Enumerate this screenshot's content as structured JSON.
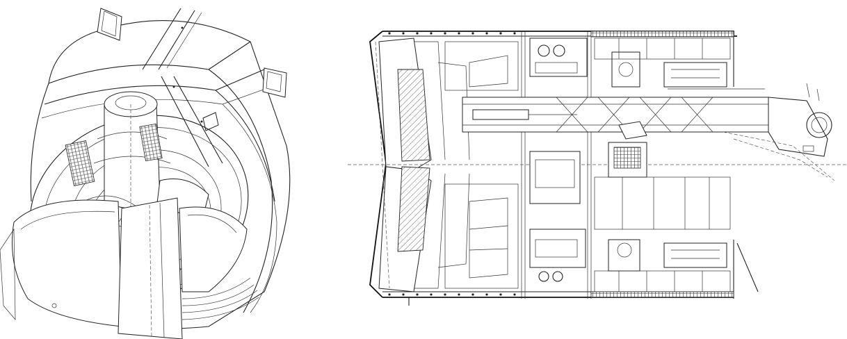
{
  "figure": {
    "views": [
      {
        "id": "isometric-view",
        "subject": "tunnel-boring-machine-shield"
      },
      {
        "id": "longitudinal-section-view",
        "subject": "tunnel-boring-machine-shield"
      }
    ]
  },
  "colors": {
    "background": "#ffffff",
    "linework": "#222222"
  }
}
